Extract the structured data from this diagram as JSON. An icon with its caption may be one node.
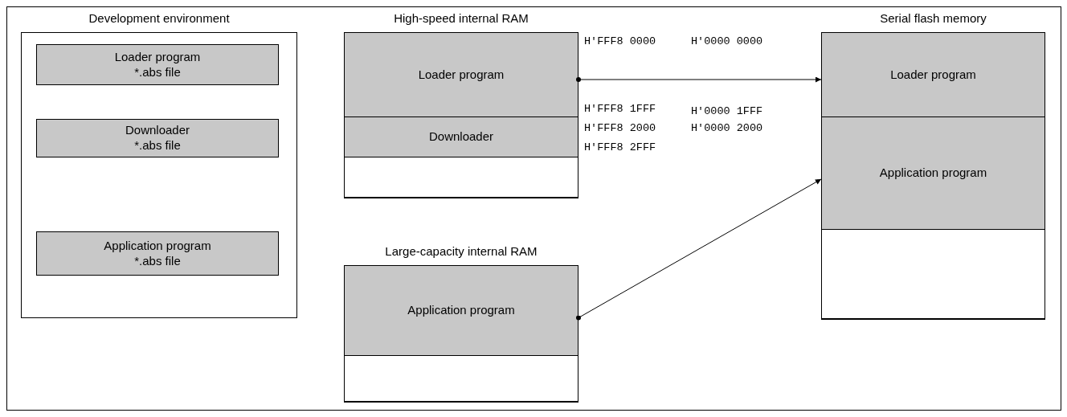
{
  "diagram": {
    "nodes": [
      {
        "text": [
          "Development environment"
        ]
      },
      {
        "text": [
          "Loader program *.abs file"
        ],
        "in": 0
      },
      {
        "text": [
          "Downloader *.abs file"
        ],
        "in": 0
      },
      {
        "text": [
          "Application program *.abs file"
        ],
        "in": 0
      },
      {
        "text": [
          "High-speed internal RAM"
        ]
      },
      {
        "text": [
          "Loader program"
        ],
        "in": 4
      },
      {
        "text": [
          "Downloader"
        ],
        "in": 4
      },
      {
        "text": [],
        "shape": "box",
        "in": 4
      },
      {
        "text": [
          "Large-capacity internal RAM"
        ]
      },
      {
        "text": [
          "Application program"
        ],
        "in": 8
      },
      {
        "text": [],
        "shape": "box",
        "in": 8
      },
      {
        "text": [
          "Serial flash memory"
        ]
      },
      {
        "text": [
          "Loader program"
        ],
        "in": 11
      },
      {
        "text": [
          "Application program"
        ],
        "in": 11
      },
      {
        "text": [],
        "shape": "box",
        "in": 11
      }
    ],
    "edges": [
      {
        "from": 5,
        "to": 12,
        "arrow": "to"
      },
      {
        "from": 9,
        "to": 13,
        "arrow": "to"
      }
    ],
    "labels": [
      "H'FFF8 0000",
      "H'0000 0000",
      "H'FFF8 1FFF",
      "H'0000 1FFF",
      "H'FFF8 2000",
      "H'0000 2000",
      "H'FFF8 2FFF"
    ]
  }
}
